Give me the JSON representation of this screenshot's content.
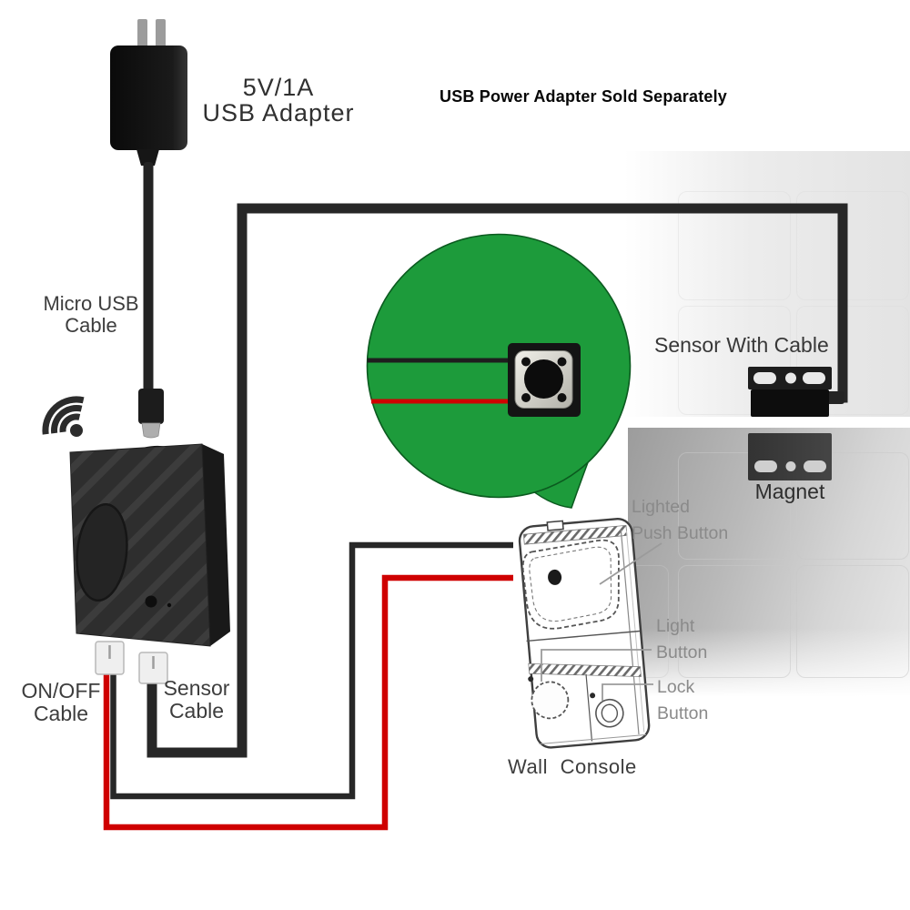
{
  "labels": {
    "adapter_line1": "5V/1A",
    "adapter_line2": "USB Adapter",
    "note": "USB Power Adapter Sold Separately",
    "micro_usb_line1": "Micro USB",
    "micro_usb_line2": "Cable",
    "sensor_with_cable": "Sensor With Cable",
    "magnet": "Magnet",
    "onoff_line1": "ON/OFF",
    "onoff_line2": "Cable",
    "sensor_cable_line1": "Sensor",
    "sensor_cable_line2": "Cable",
    "lighted_line1": "Lighted",
    "lighted_line2": "Push Button",
    "light_line1": "Light",
    "light_line2": "Button",
    "lock_line1": "Lock",
    "lock_line2": "Button",
    "wall_console": "Wall  Console"
  },
  "icons": {
    "wifi": "wifi-icon"
  },
  "colors": {
    "bubble_green": "#1d9b3b",
    "wire_red": "#cf0000",
    "wire_black": "#272727",
    "leader_gray": "#9b9b9b"
  }
}
